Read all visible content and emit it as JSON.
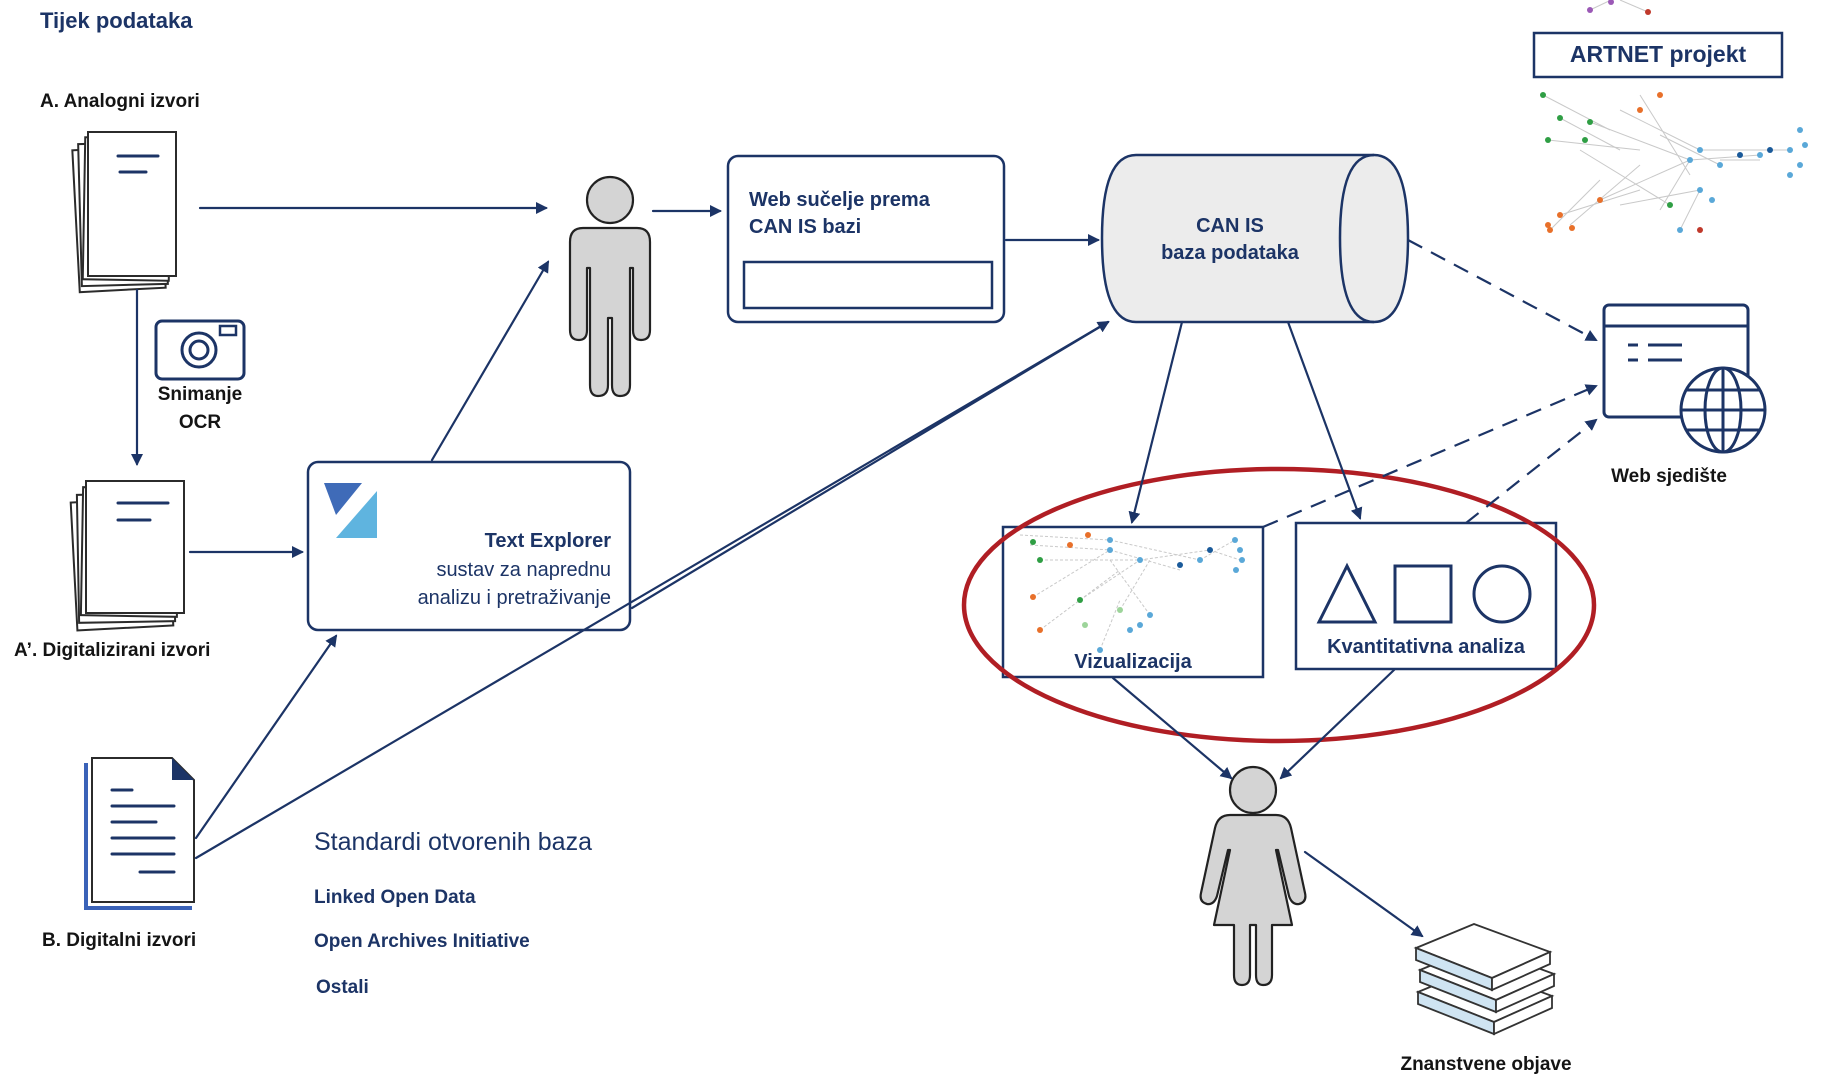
{
  "title": "Tijek podataka",
  "sources": {
    "analog": "A. Analogni izvori",
    "capture": [
      "Snimanje",
      "OCR"
    ],
    "digitized": "A’. Digitalizirani izvori",
    "digital": "B. Digitalni izvori"
  },
  "web_interface": [
    "Web sučelje prema",
    "CAN IS bazi"
  ],
  "database": [
    "CAN IS",
    "baza podataka"
  ],
  "text_explorer": {
    "name": "Text Explorer",
    "line1": "sustav za naprednu",
    "line2": "analizu i pretraživanje"
  },
  "artnet": "ARTNET projekt",
  "website": "Web sjedište",
  "visualization": "Vizualizacija",
  "quantitative": "Kvantitativna analiza",
  "publications": "Znanstvene objave",
  "standards": {
    "heading": "Standardi otvorenih baza",
    "items": [
      "Linked Open Data",
      "Open Archives Initiative",
      "Ostali"
    ]
  },
  "colors": {
    "navy": "#1c3466",
    "highlight_ellipse": "#b01e24",
    "figure_fill": "#d4d4d4",
    "database_fill": "#ececec"
  }
}
